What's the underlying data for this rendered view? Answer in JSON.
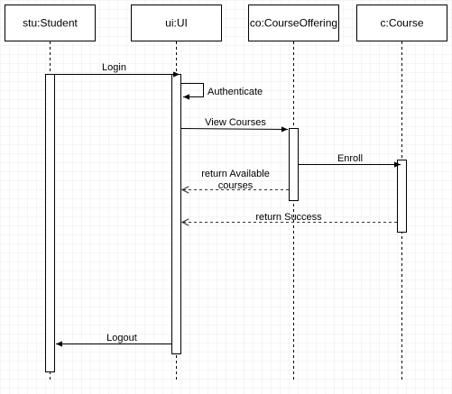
{
  "diagram": {
    "type": "sequence-diagram",
    "participants": [
      {
        "id": "stu",
        "label": "stu:Student"
      },
      {
        "id": "ui",
        "label": "ui:UI"
      },
      {
        "id": "co",
        "label": "co:CourseOffering"
      },
      {
        "id": "c",
        "label": "c:Course"
      }
    ],
    "messages": [
      {
        "id": "login",
        "from": "stu",
        "to": "ui",
        "kind": "sync",
        "lines": [
          "Login"
        ]
      },
      {
        "id": "authenticate",
        "from": "ui",
        "to": "ui",
        "kind": "self",
        "lines": [
          "Authenticate"
        ]
      },
      {
        "id": "view-courses",
        "from": "ui",
        "to": "co",
        "kind": "sync",
        "lines": [
          "View Courses"
        ]
      },
      {
        "id": "enroll",
        "from": "co",
        "to": "c",
        "kind": "sync",
        "lines": [
          "Enroll"
        ]
      },
      {
        "id": "return-available-courses",
        "from": "co",
        "to": "ui",
        "kind": "return",
        "lines": [
          "return Available",
          "courses"
        ]
      },
      {
        "id": "return-success",
        "from": "c",
        "to": "ui",
        "kind": "return",
        "lines": [
          "return Success"
        ]
      },
      {
        "id": "logout",
        "from": "ui",
        "to": "stu",
        "kind": "sync",
        "lines": [
          "Logout"
        ]
      }
    ],
    "colors": {
      "background": "#ffffff",
      "grid": "#ebebeb",
      "stroke": "#000000",
      "return_stroke": "#333333"
    }
  }
}
